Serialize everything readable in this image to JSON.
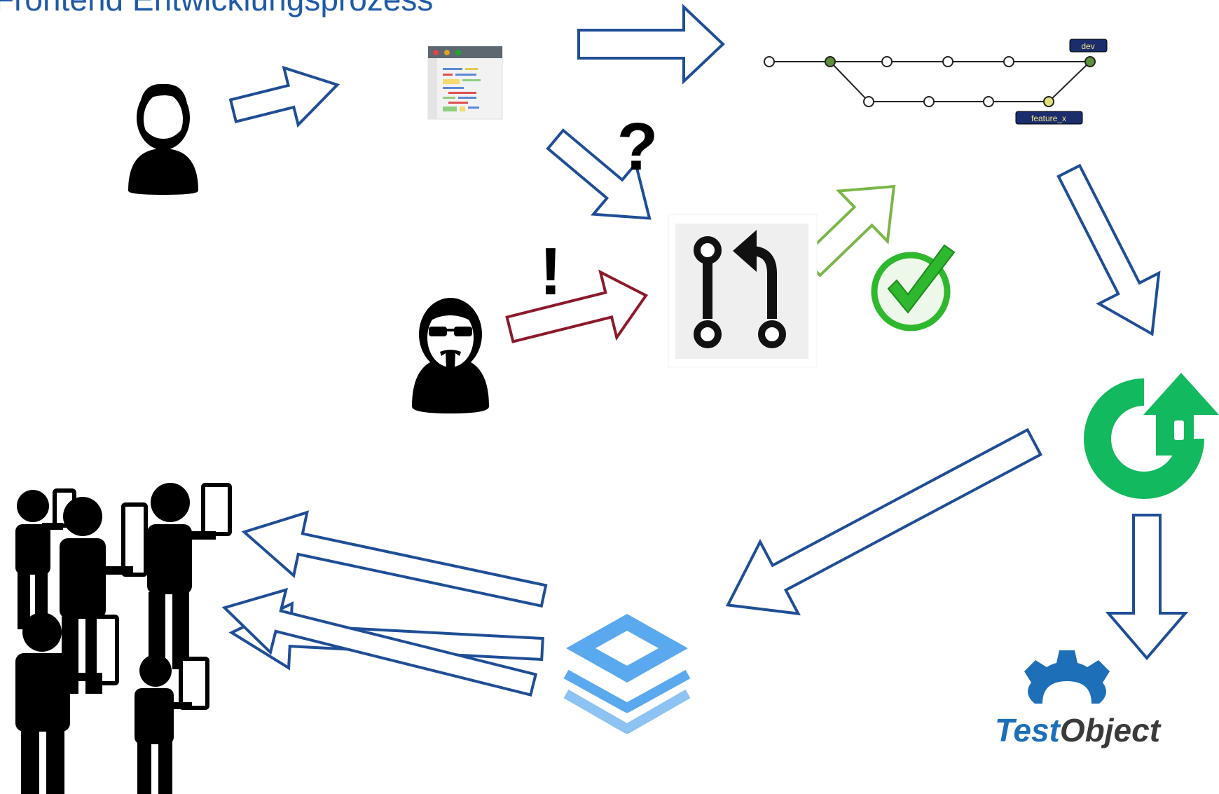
{
  "title": "Frontend Entwicklungsprozess",
  "branches": {
    "dev": "dev",
    "feature": "feature_x"
  },
  "marks": {
    "question": "?",
    "exclamation": "!"
  },
  "testobject": {
    "part1": "Test",
    "part2": "Object"
  },
  "colors": {
    "title": "#1f5aa6",
    "arrow_blue": "#1f4e96",
    "arrow_red": "#8b1a2b",
    "arrow_green": "#7ab648",
    "check_green": "#2eb82e",
    "ci_green": "#13b95e",
    "stack_blue": "#5aa9ee",
    "testobject_blue": "#1d6fb8",
    "badge_navy": "#1b2d6b"
  },
  "icons": [
    "developer-icon",
    "code-editor-icon",
    "git-branch-graph",
    "pull-request-icon",
    "checkmark-icon",
    "reviewer-icon",
    "ci-service-logo",
    "app-distribution-logo",
    "testobject-logo",
    "testers-group-icon"
  ]
}
